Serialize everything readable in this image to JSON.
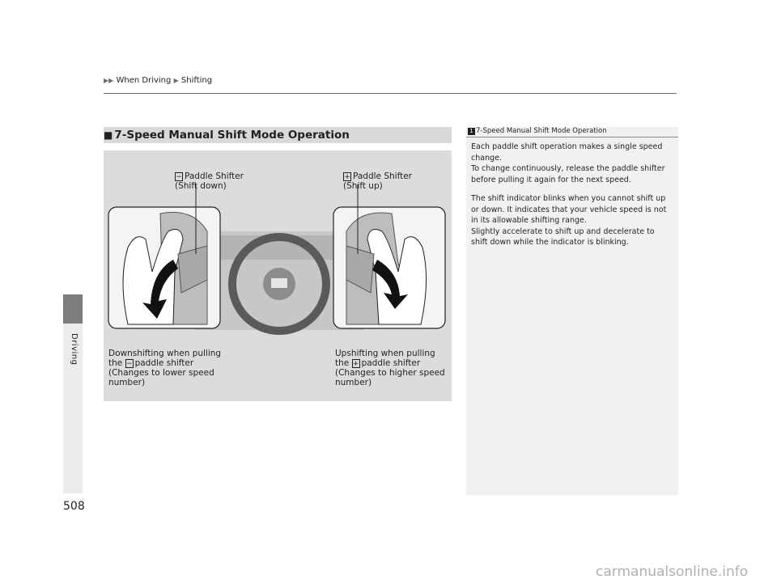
{
  "breadcrumb": {
    "items": [
      "When Driving",
      "Shifting"
    ]
  },
  "side_tab": {
    "label": "Driving"
  },
  "page_number": "508",
  "section": {
    "marker": "■",
    "title": "7-Speed Manual Shift Mode Operation"
  },
  "figure": {
    "minus_key": "−",
    "plus_key": "+",
    "minus_label_line1": "Paddle Shifter",
    "minus_label_line2": "(Shift down)",
    "plus_label_line1": "Paddle Shifter",
    "plus_label_line2": "(Shift up)",
    "down_caption_line1": "Downshifting when pulling",
    "down_caption_line2_pre": "the",
    "down_caption_line2_post": "paddle shifter",
    "down_caption_line3": "(Changes to lower speed",
    "down_caption_line4": "number)",
    "up_caption_line1": "Upshifting when pulling",
    "up_caption_line2_pre": "the",
    "up_caption_line2_post": "paddle shifter",
    "up_caption_line3": "(Changes to higher speed",
    "up_caption_line4": "number)"
  },
  "note": {
    "icon": "1",
    "title": "7-Speed Manual Shift Mode Operation",
    "p1": "Each paddle shift operation makes a single speed change.",
    "p2": "To change continuously, release the paddle shifter before pulling it again for the next speed.",
    "p3": "The shift indicator blinks when you cannot shift up or down. It indicates that your vehicle speed is not in its allowable shifting range.",
    "p4": "Slightly accelerate to shift up and decelerate to shift down while the indicator is blinking."
  },
  "watermark": "carmanualsonline.info"
}
